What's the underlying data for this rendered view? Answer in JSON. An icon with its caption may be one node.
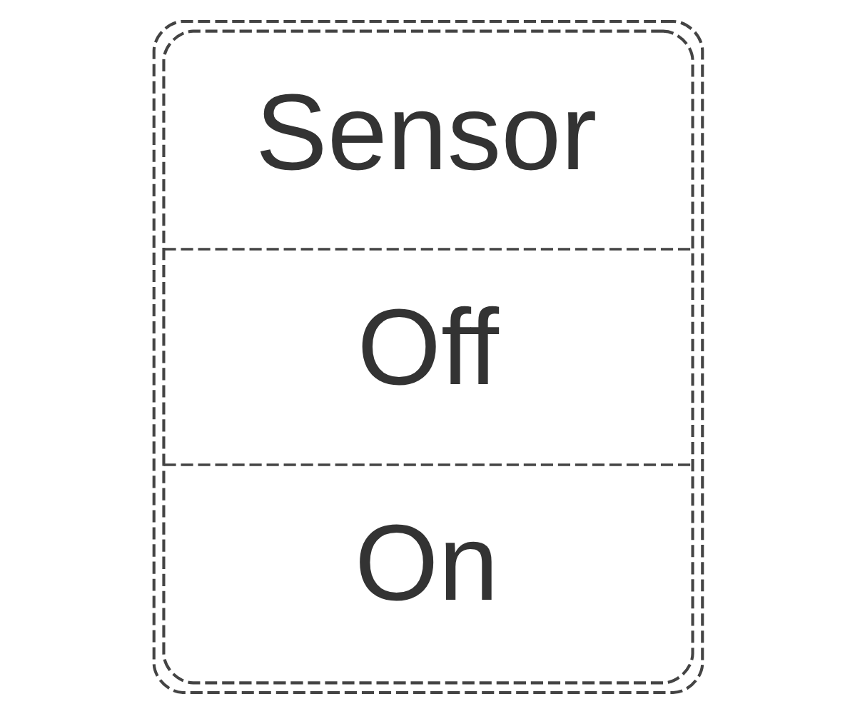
{
  "diagram": {
    "nodes": [
      {
        "text": [
          "Sensor",
          "Off",
          "On"
        ]
      }
    ]
  }
}
